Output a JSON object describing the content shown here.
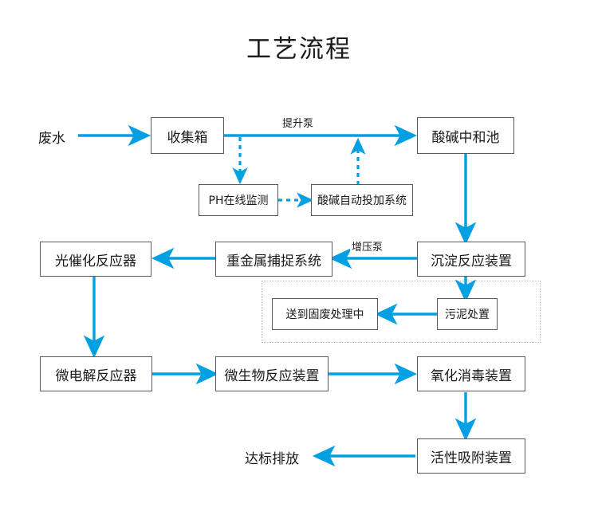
{
  "diagram": {
    "title": "工艺流程",
    "accent_color": "#00a0e3",
    "box_border_color": "#5a5a5a",
    "text_color": "#1a1a1a",
    "group_border_color": "#c2c2c2",
    "type": "flowchart"
  },
  "nodes": {
    "wastewater": "废水",
    "collection_tank": "收集箱",
    "neutralization_tank": "酸碱中和池",
    "ph_monitor": "PH在线监测",
    "dosing_system": "酸碱自动投加系统",
    "photocatalytic_reactor": "光催化反应器",
    "heavy_metal_capture": "重金属捕捉系统",
    "precipitation_device": "沉淀反应装置",
    "solid_waste": "送到固废处理中",
    "sludge_disposal": "污泥处置",
    "microelectrolysis_reactor": "微电解反应器",
    "microbial_device": "微生物反应装置",
    "oxidation_disinfection": "氧化消毒装置",
    "activated_adsorption": "活性吸附装置",
    "compliant_discharge": "达标排放"
  },
  "edge_labels": {
    "lift_pump": "提升泵",
    "booster_pump": "增压泵"
  }
}
